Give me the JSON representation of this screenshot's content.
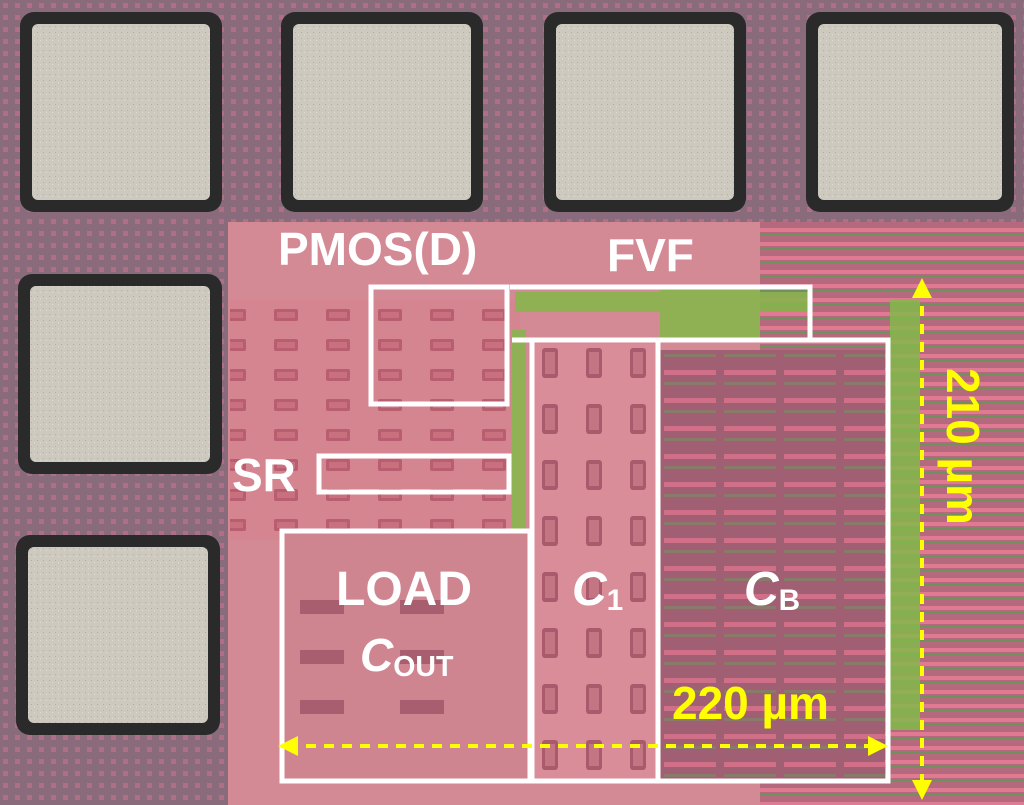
{
  "image": {
    "kind": "die-photo",
    "colors": {
      "substrate": "#a8606e",
      "active": "#d98a9a",
      "metal": "#c86a82",
      "fill": "#7fbf4a",
      "pad": "#cfcbc1",
      "outline": "#ffffff",
      "dimension": "#ffff00"
    }
  },
  "labels": {
    "pmos": "PMOS(D)",
    "fvf": "FVF",
    "sr": "SR",
    "load_line1": "LOAD",
    "cout_main": "C",
    "cout_sub": "OUT",
    "c1_main": "C",
    "c1_sub": "1",
    "cb_main": "C",
    "cb_sub": "B"
  },
  "dimensions": {
    "width": "220 µm",
    "height": "210 µm"
  }
}
